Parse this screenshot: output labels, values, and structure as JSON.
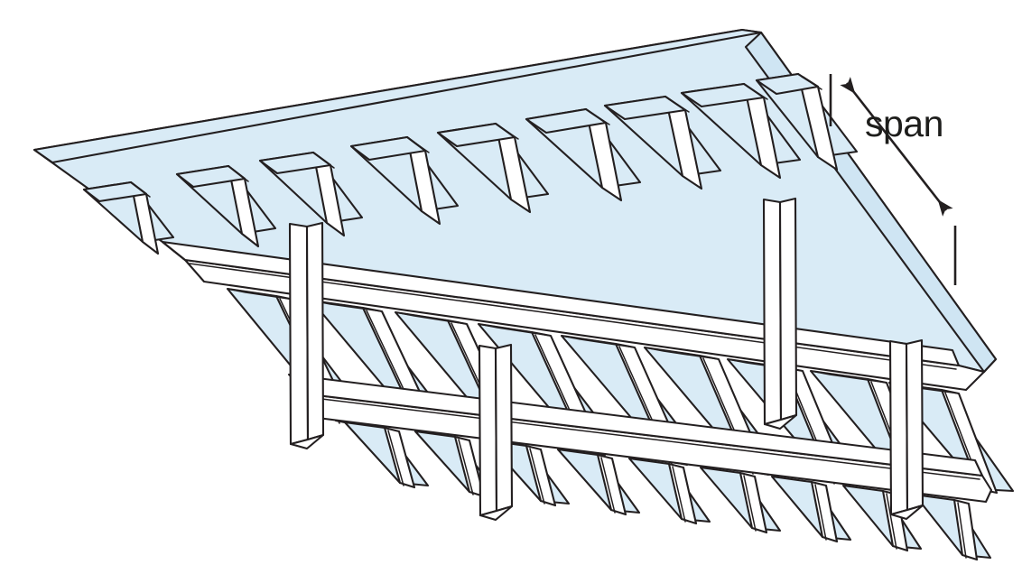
{
  "figure": {
    "title": "Ribbed (one-way joist) floor slab supported on beams and columns",
    "projection": "axonometric view from below",
    "annotations": {
      "span_label": "span"
    },
    "colors": {
      "slab_fill": "#d9ebf6",
      "rib_face_fill": "#d9ebf6",
      "rib_side_fill": "#ffffff",
      "beam_fill": "#ffffff",
      "column_fill": "#ffffff",
      "outline": "#231f20",
      "label_text": "#1d1d1b",
      "background": "#ffffff"
    },
    "parts": [
      {
        "name": "slab-deck",
        "label": "slab soffit deck",
        "count": 1
      },
      {
        "name": "joist-band-upper",
        "label": "joist band (far)",
        "count": 9
      },
      {
        "name": "joist-band-middle",
        "label": "joist band (middle)",
        "count": 9
      },
      {
        "name": "joist-band-lower",
        "label": "joist band (near)",
        "count": 9
      },
      {
        "name": "main-beam-upper",
        "label": "main beam / girder (far)",
        "count": 1
      },
      {
        "name": "main-beam-lower",
        "label": "main beam / girder (near)",
        "count": 1
      },
      {
        "name": "column",
        "label": "column",
        "count": 4
      }
    ],
    "dimension": {
      "name": "span",
      "arrow_style": "double-headed",
      "extension_lines": 2,
      "direction": "along joist direction"
    }
  }
}
